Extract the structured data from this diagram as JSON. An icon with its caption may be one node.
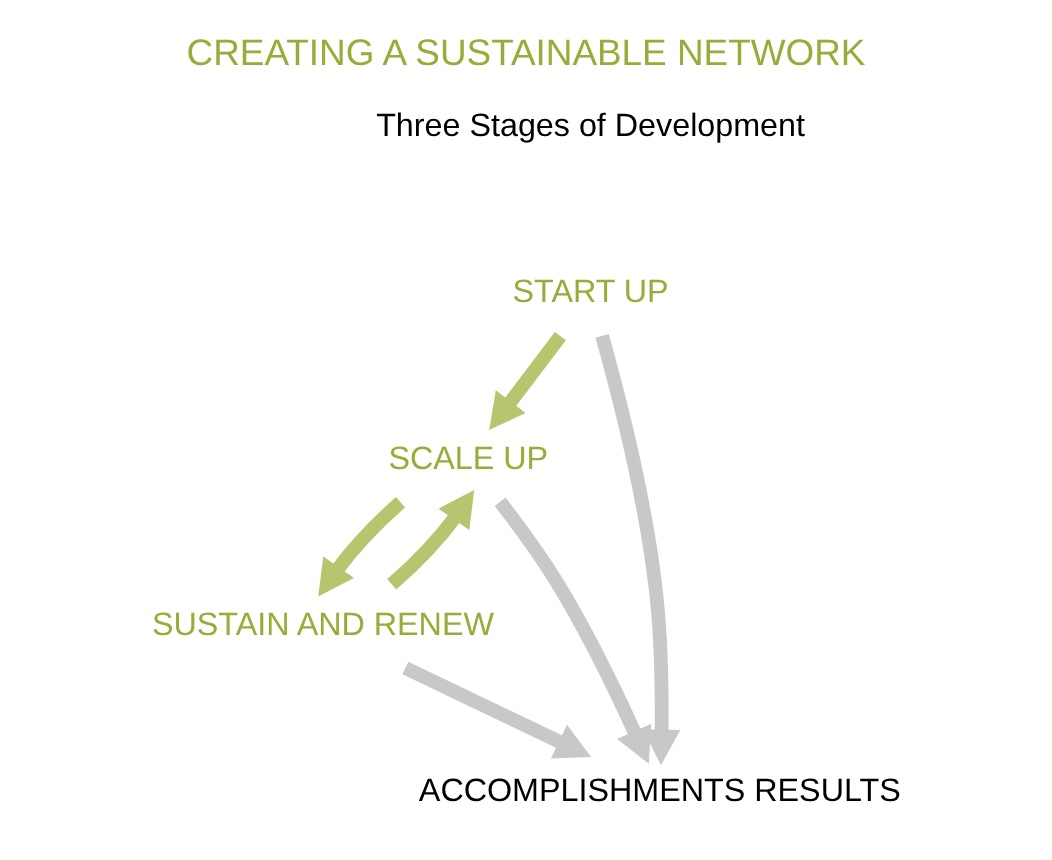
{
  "diagram": {
    "title": "CREATING A SUSTAINABLE NETWORK",
    "nodes": [
      {
        "text": [
          "START UP"
        ]
      },
      {
        "text": [
          "SCALE UP"
        ]
      },
      {
        "text": [
          "SUSTAIN AND RENEW"
        ]
      },
      {
        "text": [
          "ACCOMPLISHMENTS RESULTS"
        ]
      }
    ],
    "edges": [
      {
        "from": 0,
        "to": 1,
        "arrow": "to",
        "color": "#b8c46e"
      },
      {
        "from": 1,
        "to": 2,
        "arrow": "to",
        "color": "#b8c46e"
      },
      {
        "from": 2,
        "to": 1,
        "arrow": "to",
        "color": "#b8c46e"
      },
      {
        "from": 0,
        "to": 3,
        "arrow": "to",
        "color": "#c8c8c8"
      },
      {
        "from": 2,
        "to": 3,
        "arrow": "to",
        "color": "#c8c8c8"
      },
      {
        "from": 1,
        "to": 3,
        "arrow": "to",
        "color": "#c8c8c8"
      }
    ],
    "labels": [
      "Three Stages of Development"
    ]
  }
}
